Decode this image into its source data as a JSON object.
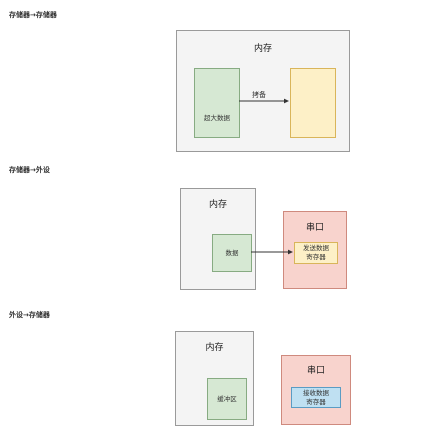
{
  "sections": [
    {
      "heading": "存储器→存储器",
      "container_title": "内存",
      "source_block": "超大数据",
      "copy_label": "拷备"
    },
    {
      "heading": "存储器→外设",
      "memory_title": "内存",
      "memory_block": "数据",
      "port_title": "串口",
      "port_block_line1": "发送数据",
      "port_block_line2": "寄存器"
    },
    {
      "heading": "外设→存储器",
      "memory_title": "内存",
      "memory_block": "缓冲区",
      "port_title": "串口",
      "port_block_line1": "接收数据",
      "port_block_line2": "寄存器"
    }
  ]
}
